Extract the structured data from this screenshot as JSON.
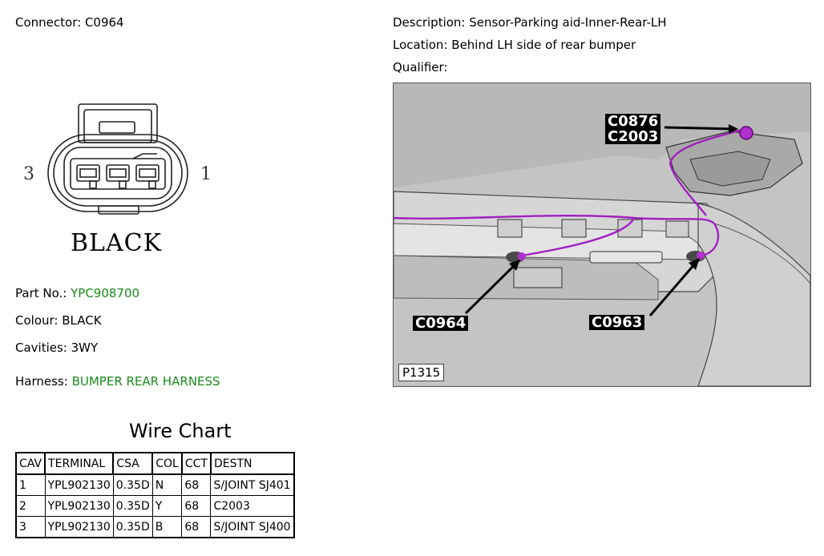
{
  "header": {
    "connector_label": "Connector:",
    "connector_value": "C0964",
    "description_label": "Description:",
    "description_value": "Sensor-Parking aid-Inner-Rear-LH",
    "location_label": "Location:",
    "location_value": "Behind LH side of rear bumper",
    "qualifier_label": "Qualifier:",
    "qualifier_value": ""
  },
  "connector_diagram": {
    "pin_left": "3",
    "pin_right": "1",
    "color_text": "BLACK"
  },
  "details": {
    "part_label": "Part No.:",
    "part_value": "YPC908700",
    "colour_label": "Colour:",
    "colour_value": "BLACK",
    "cavities_label": "Cavities:",
    "cavities_value": "3WY",
    "harness_label": "Harness:",
    "harness_value": "BUMPER REAR HARNESS"
  },
  "photo": {
    "callout_top_1": "C0876",
    "callout_top_2": "C2003",
    "callout_left": "C0964",
    "callout_right": "C0963",
    "ref": "P1315"
  },
  "wire_chart": {
    "title": "Wire Chart",
    "columns": [
      "CAV",
      "TERMINAL",
      "CSA",
      "COL",
      "CCT",
      "DESTN"
    ],
    "rows": [
      [
        "1",
        "YPL902130",
        "0.35D",
        "N",
        "68",
        "S/JOINT SJ401"
      ],
      [
        "2",
        "YPL902130",
        "0.35D",
        "Y",
        "68",
        "C2003"
      ],
      [
        "3",
        "YPL902130",
        "0.35D",
        "B",
        "68",
        "S/JOINT SJ400"
      ]
    ]
  },
  "colors": {
    "link_green": "#1a8a1a",
    "wire_purple": "#a020c0"
  }
}
